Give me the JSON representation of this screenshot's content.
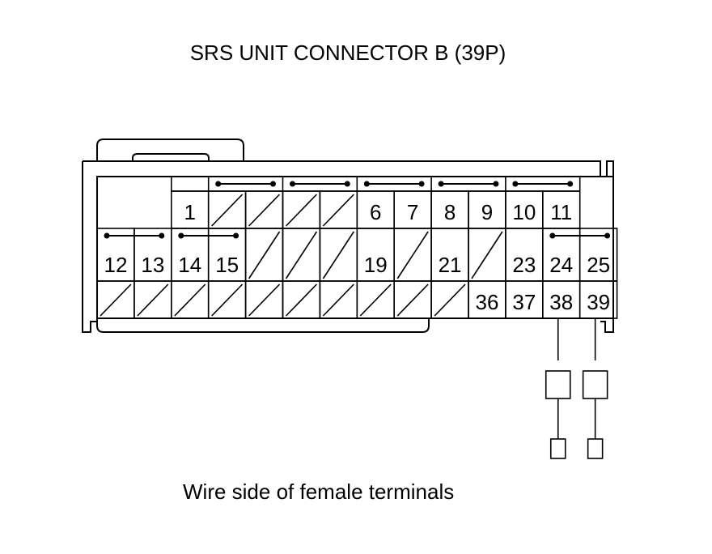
{
  "title": "SRS UNIT CONNECTOR B (39P)",
  "caption": "Wire side of female terminals",
  "connector": {
    "row1": [
      {
        "label": "",
        "type": "blank"
      },
      {
        "label": "",
        "type": "blank"
      },
      {
        "label": "1",
        "type": "pin"
      },
      {
        "label": "",
        "type": "unused"
      },
      {
        "label": "",
        "type": "unused"
      },
      {
        "label": "",
        "type": "unused"
      },
      {
        "label": "",
        "type": "unused"
      },
      {
        "label": "6",
        "type": "pin"
      },
      {
        "label": "7",
        "type": "pin"
      },
      {
        "label": "8",
        "type": "pin"
      },
      {
        "label": "9",
        "type": "pin"
      },
      {
        "label": "10",
        "type": "pin"
      },
      {
        "label": "11",
        "type": "pin"
      }
    ],
    "row2": [
      {
        "label": "12",
        "type": "pin"
      },
      {
        "label": "13",
        "type": "pin"
      },
      {
        "label": "14",
        "type": "pin"
      },
      {
        "label": "15",
        "type": "pin"
      },
      {
        "label": "",
        "type": "unused"
      },
      {
        "label": "",
        "type": "unused"
      },
      {
        "label": "",
        "type": "unused"
      },
      {
        "label": "19",
        "type": "pin"
      },
      {
        "label": "",
        "type": "unused"
      },
      {
        "label": "21",
        "type": "pin"
      },
      {
        "label": "",
        "type": "unused"
      },
      {
        "label": "23",
        "type": "pin"
      },
      {
        "label": "24",
        "type": "pin"
      },
      {
        "label": "25",
        "type": "pin"
      }
    ],
    "row3": [
      {
        "label": "",
        "type": "unused"
      },
      {
        "label": "",
        "type": "unused"
      },
      {
        "label": "",
        "type": "unused"
      },
      {
        "label": "",
        "type": "unused"
      },
      {
        "label": "",
        "type": "unused"
      },
      {
        "label": "",
        "type": "unused"
      },
      {
        "label": "",
        "type": "unused"
      },
      {
        "label": "",
        "type": "unused"
      },
      {
        "label": "",
        "type": "unused"
      },
      {
        "label": "",
        "type": "unused"
      },
      {
        "label": "36",
        "type": "pin"
      },
      {
        "label": "37",
        "type": "pin"
      },
      {
        "label": "38",
        "type": "pin"
      },
      {
        "label": "39",
        "type": "pin"
      }
    ],
    "shorting_bars": [
      {
        "row": 1,
        "from_col": 3,
        "to_col": 4
      },
      {
        "row": 1,
        "from_col": 5,
        "to_col": 6
      },
      {
        "row": 1,
        "from_col": 7,
        "to_col": 8
      },
      {
        "row": 1,
        "from_col": 9,
        "to_col": 10
      },
      {
        "row": 1,
        "from_col": 11,
        "to_col": 12
      },
      {
        "row": 2,
        "from_col": 0,
        "to_col": 1
      },
      {
        "row": 2,
        "from_col": 2,
        "to_col": 3
      },
      {
        "row": 2,
        "from_col": 12,
        "to_col": 13
      }
    ],
    "probe_leads": [
      {
        "pin": "38"
      },
      {
        "pin": "39"
      }
    ]
  },
  "colors": {
    "line": "#000000",
    "background": "#ffffff"
  }
}
